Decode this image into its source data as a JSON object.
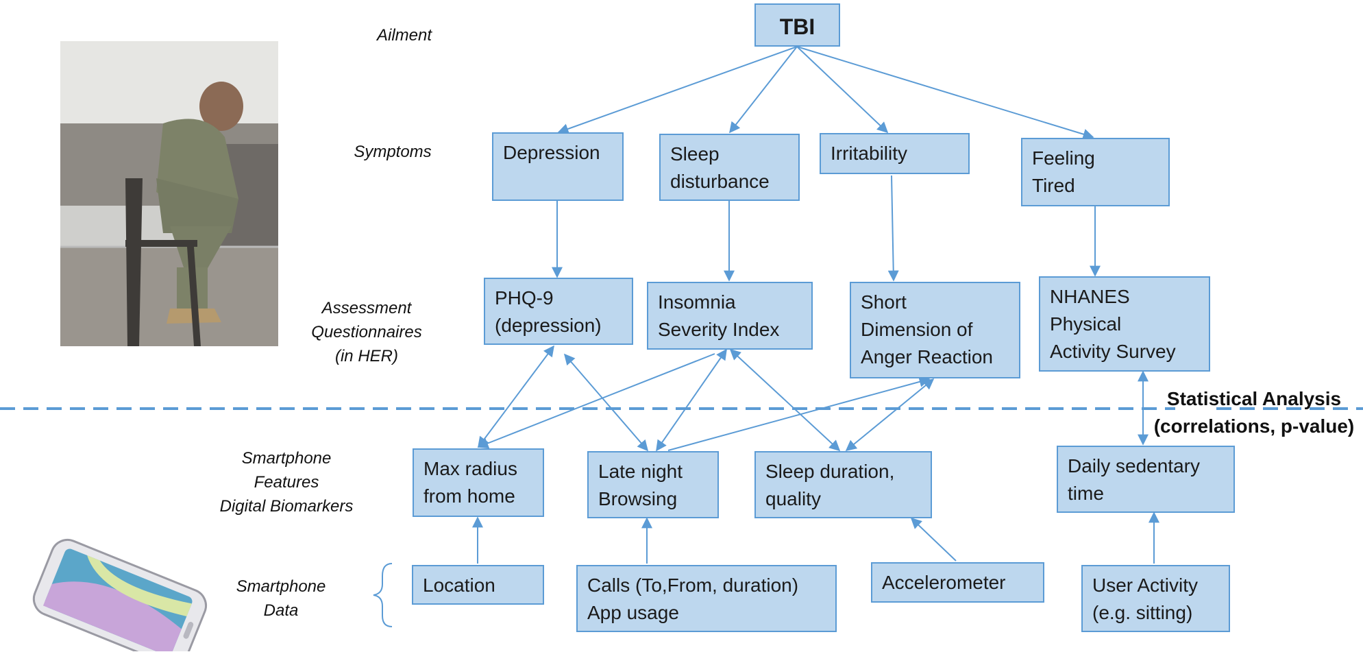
{
  "ailment": {
    "label": "Ailment",
    "box": "TBI"
  },
  "symptoms": {
    "label": "Symptoms",
    "depression": [
      "Depression"
    ],
    "sleep": [
      "Sleep",
      "disturbance"
    ],
    "irritability": [
      "Irritability"
    ],
    "tired": [
      "Feeling",
      "Tired"
    ]
  },
  "assessment": {
    "label": [
      "Assessment",
      "Questionnaires",
      "(in HER)"
    ],
    "phq": [
      "PHQ-9",
      "(depression)"
    ],
    "insomnia": [
      "Insomnia",
      "Severity Index"
    ],
    "anger": [
      "Short",
      "Dimension of",
      "Anger Reaction"
    ],
    "nhanes": [
      "NHANES",
      "Physical",
      "Activity Survey"
    ]
  },
  "statistical": [
    "Statistical Analysis",
    "(correlations, p-value)"
  ],
  "features": {
    "label": [
      "Smartphone",
      "Features",
      "Digital Biomarkers"
    ],
    "radius": [
      "Max radius",
      "from home"
    ],
    "browsing": [
      "Late night",
      "Browsing"
    ],
    "sleep_duration": [
      "Sleep duration,",
      "quality"
    ],
    "sedentary": [
      "Daily sedentary",
      "time"
    ]
  },
  "data": {
    "label": [
      "Smartphone",
      "Data"
    ],
    "location": [
      "Location"
    ],
    "calls": [
      "Calls (To,From, duration)",
      "App usage"
    ],
    "accelerometer": [
      "Accelerometer"
    ],
    "user_activity": [
      "User Activity",
      "(e.g. sitting)"
    ]
  },
  "colors": {
    "box_fill": "#bdd7ee",
    "box_border": "#5b9bd5",
    "dashed_line": "#5b9bd5"
  }
}
